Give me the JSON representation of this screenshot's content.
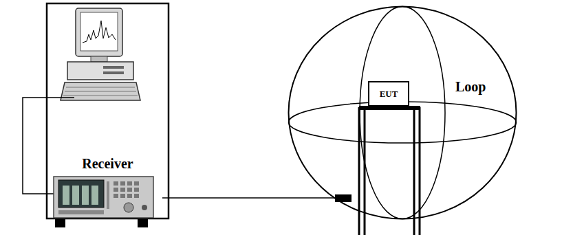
{
  "diagram": {
    "nodes": [
      {
        "text": [
          "Receiver"
        ]
      },
      {
        "text": [
          "Loop"
        ]
      },
      {
        "text": [
          "EUT"
        ],
        "in": 1
      }
    ],
    "edges": [
      {
        "from": 0,
        "to": 1,
        "arrow": "none"
      }
    ]
  }
}
